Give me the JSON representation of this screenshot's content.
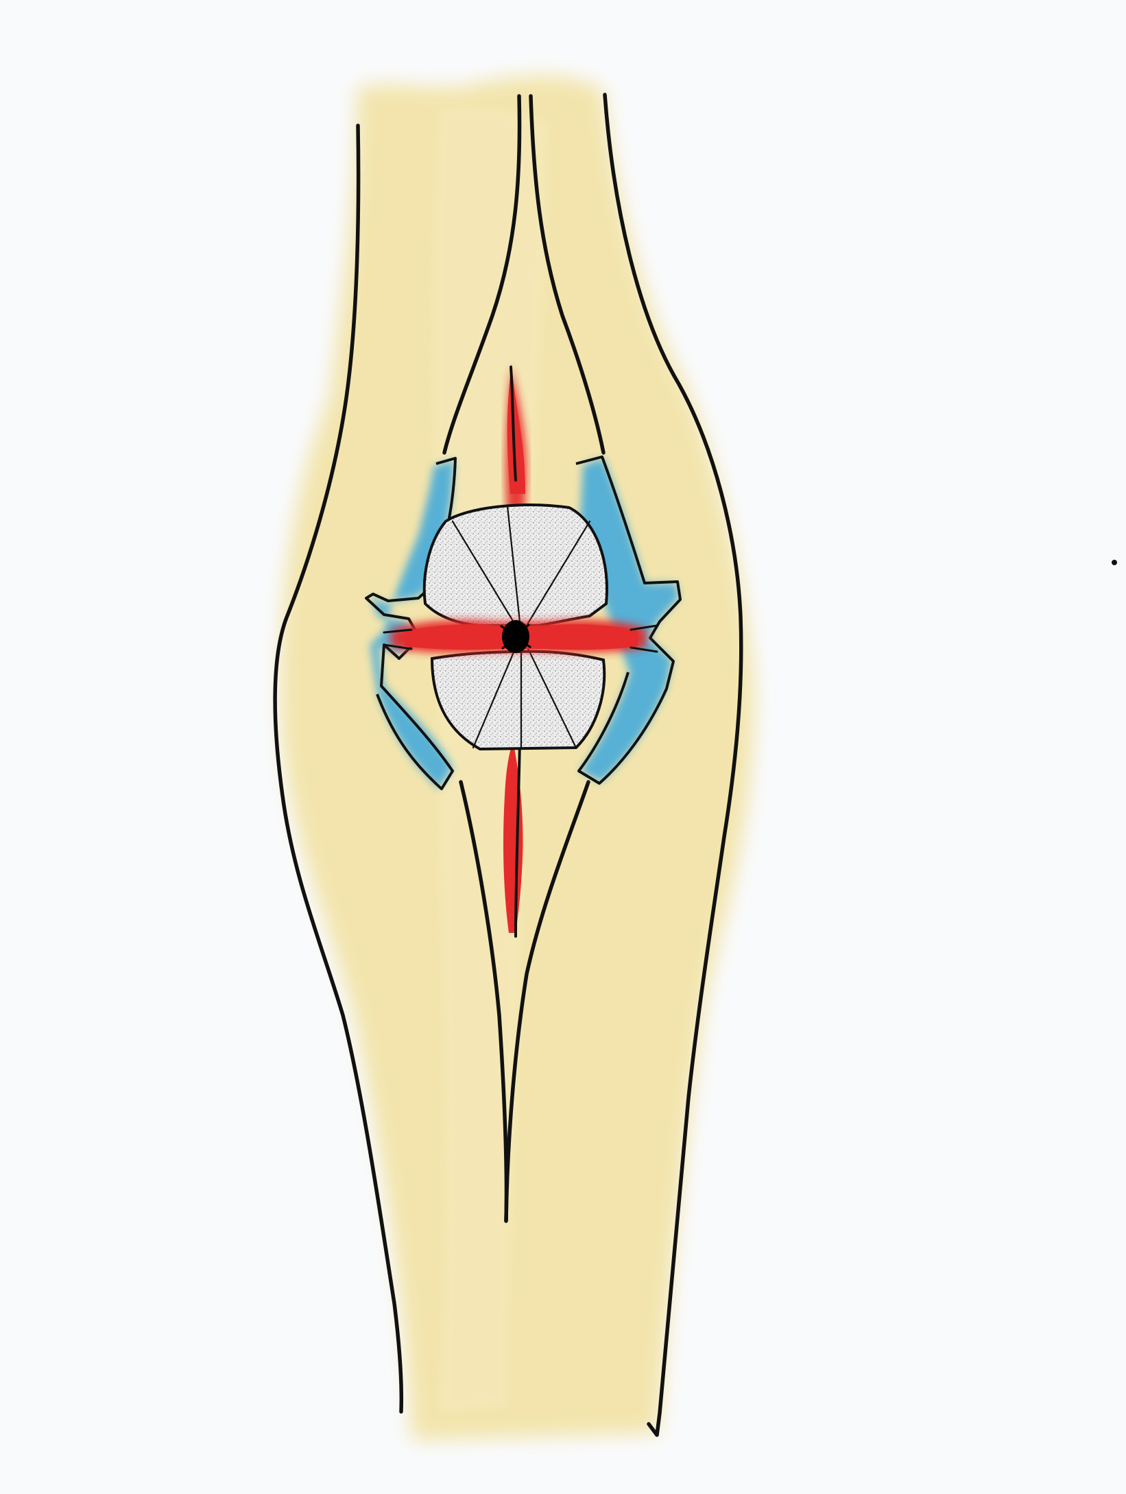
{
  "canvas": {
    "background": "#f9fafc"
  },
  "illustration": {
    "kind": "hand-drawn anatomical sketch",
    "elements": [
      {
        "name": "limb-body",
        "color": "#f2e3a6"
      },
      {
        "name": "artery-vertical",
        "color": "#e52b2b"
      },
      {
        "name": "artery-horizontal",
        "color": "#e52b2b"
      },
      {
        "name": "vein-left",
        "color": "#4faed8"
      },
      {
        "name": "vein-right",
        "color": "#4faed8"
      },
      {
        "name": "stippled-disc",
        "color": "#d9d9d9"
      },
      {
        "name": "center-knot",
        "color": "#000000"
      }
    ]
  }
}
